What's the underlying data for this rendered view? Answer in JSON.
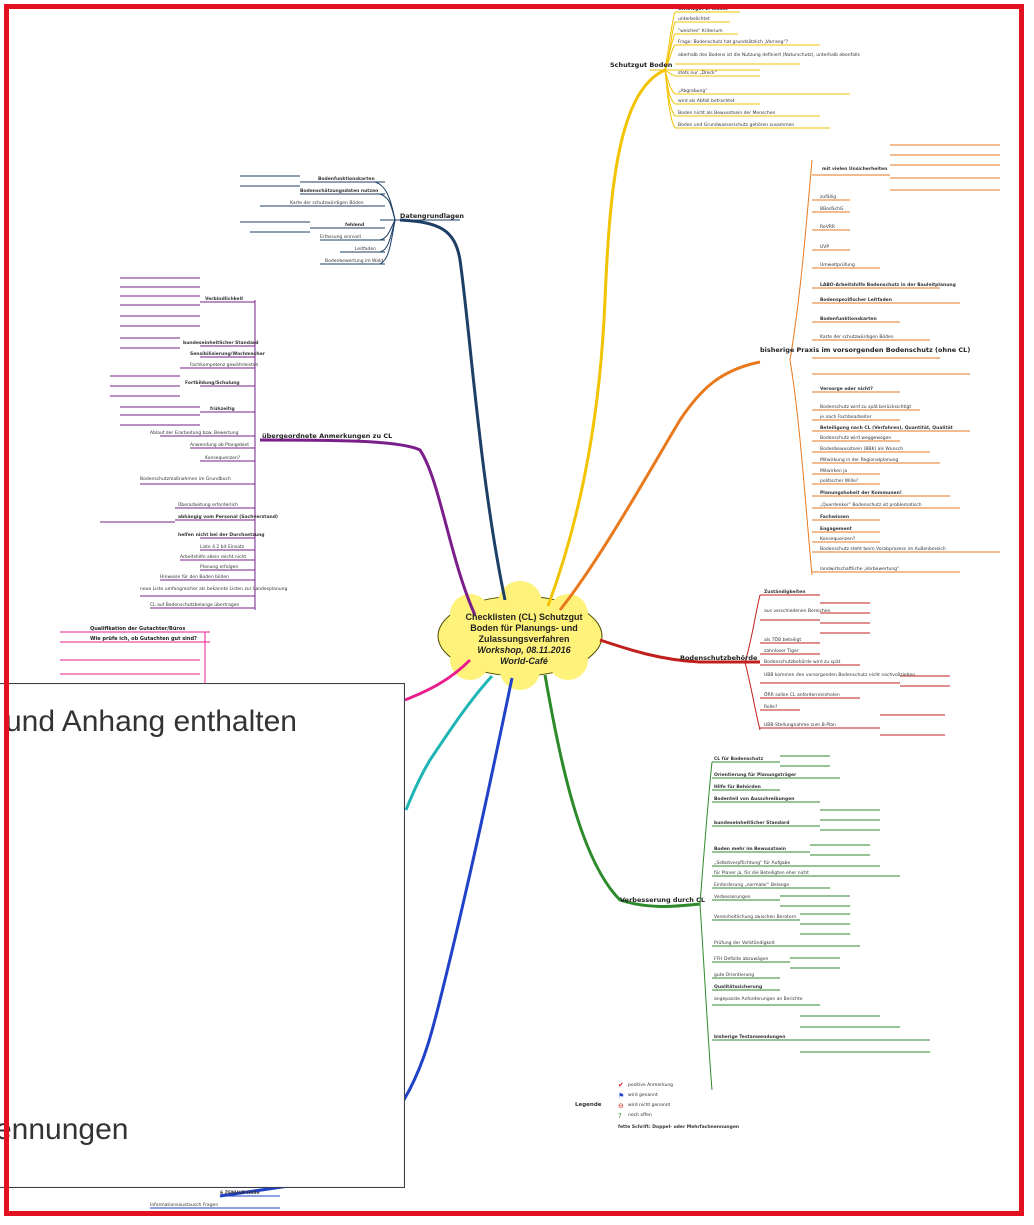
{
  "center": {
    "line1": "Checklisten (CL) Schutzgut",
    "line2": "Boden für Planungs- und",
    "line3": "Zulassungsverfahren",
    "line4": "Workshop, 08.11.2016",
    "line5": "World-Café"
  },
  "callout": {
    "line1": "und Anhang enthalten",
    "line2": "ennungen"
  },
  "branches": [
    {
      "label": "Schutzgut Boden",
      "color": "#f2c300",
      "children": [
        "Schutzgut 2. Klasse",
        "unterbelichtet",
        "\"weiches\" Kriterium",
        "Frage: Bodenschutz hat grundsätzlich „Vorrang“?",
        "oberhalb des Bodens ist die Nutzung definiert (Naturschutz), unterhalb ebenfalls",
        "stets nur „Dreck“",
        "„Abgrabung“",
        "wird als Abfall betrachtet",
        "Boden nicht als Bewusstsein der Menschen",
        "Boden und Grundwasserschutz gehören zusammen"
      ]
    },
    {
      "label": "Datengrundlagen",
      "color": "#1d3f66",
      "children": [
        "Bodenfunktionskarten",
        "Bodenschätzungsdaten nutzen",
        "Karte der schutzwürdigen Böden",
        "fehlend",
        "Erfassung sinnvoll",
        "Leitfaden",
        "Bodenbewertung im Wald"
      ]
    },
    {
      "label": "übergeordnete Anmerkungen zu CL",
      "color": "#7a1f8a",
      "children": [
        "Verbindlichkeit",
        "bundeseinheitlicher Standard",
        "Sensibilisierung/Wachmacher",
        "Fachkompetenz gewährleisten",
        "Fortbildung/Schulung",
        "frühzeitig",
        "Ablauf der Erarbeitung bzw. Bewertung",
        "Anwendung ab Plangebiet",
        "Konsequenzen?",
        "Bodenschutzmaßnahmen im Grundbuch",
        "Überarbeitung erforderlich",
        "abhängig vom Personal (Sachverstand)",
        "helfen nicht bei der Durchsetzung",
        "Liste 4.2 bit Einsatz",
        "Arbeitshilfe allein reicht nicht",
        "Planung erfolgen",
        "Hinweise für den Boden bilden",
        "neue Liste umfangreicher als bekannte Listen zur Landesplanung",
        "CL auf Bodenschutzbelange übertragen"
      ]
    },
    {
      "label": "bisherige Praxis im vorsorgenden Bodenschutz (ohne CL)",
      "color": "#e8791c",
      "children": [
        "mit vielen Unsicherheiten",
        "zufällig",
        "BBodSchG",
        "ReVRR",
        "UVP",
        "Umweltprüfung",
        "LABO-Arbeitshilfe Bodenschutz in der Bauleitplanung",
        "Bodenspezifischer Leitfaden",
        "Bodenfunktionskarten",
        "Karte der schutzwürdigen Böden",
        "Versorge oder nicht?",
        "Bodenschutz wird zu spät berücksichtigt",
        "je nach Fachbearbeiter",
        "Beteiligung nach CL (Verfahren), Quantität, Qualität",
        "Bodenschutz wird weggewogen",
        "Bodenbewusstsein (BBK) als Wunsch",
        "Mitwirkung in der Regionalplanung",
        "Mitwirken ja",
        "politischer Wille?",
        "Planungshoheit der Kommunen!",
        "„Querdenker“ Bodenschutz ist problematisch",
        "Fachwissen",
        "Engagement",
        "Konsequenzen?",
        "Bodenschutz steht beim Vorabprozess im Außenbereich",
        "landwirtschaftliche „Vorbewertung“"
      ]
    },
    {
      "label": "Bodenschutzbehörde",
      "color": "#c0201d",
      "children": [
        "Zuständigkeiten",
        "aus verschiedenen Bereichen",
        "als TÖB beteiligt",
        "zahnloser Tiger",
        "Bodenschutzbehörde wird zu spät",
        "UBB kommen den vorsorgenden Bodenschutz nicht nachvollziehen",
        "ÖRR sollen CL anfordern/einholen",
        "Rolle?",
        "UBB-Stellungnahme zum B-Plan"
      ]
    },
    {
      "label": "Verbesserung durch CL",
      "color": "#2d8a2a",
      "children": [
        "CL für Bodenschutz",
        "Orientierung für Planungsträger",
        "Hilfe für Behörden",
        "Bodenteil von Ausschreibungen",
        "bundeseinheitlicher Standard",
        "Boden mehr im Bewusstsein",
        "„Selbstverpflichtung“ für Aufgabe",
        "für Planer ja, für die Beteiligten eher nicht",
        "Einforderung „normaler“ Belange",
        "Verbesserungen",
        "Vereinheitlichung zwischen Beratern",
        "Prüfung der Vollständigkeit",
        "FFH Defizite abzuwägen",
        "gute Orientierung",
        "Qualitätssicherung",
        "angepasste Anforderungen an Berichte",
        "bisherige Testanwendungen"
      ]
    },
    {
      "label": "Qualifikation der Gutachter/Büros",
      "color": "#e91e8c",
      "children": []
    },
    {
      "label": "Wie prüfe ich, ob Gutachten gut sind?",
      "color": "#e91e8c",
      "children": []
    }
  ],
  "legend": {
    "title": "Legende",
    "items": [
      "positive Anmerkung",
      "wird genannt",
      "wird nicht genannt",
      "noch offen"
    ],
    "note": "fette Schrift: Doppel- oder Mehrfachnennungen"
  },
  "footer": {
    "item1": "6 ZFNUVP Rolle",
    "item2": "Informationsaustausch Fragen"
  }
}
